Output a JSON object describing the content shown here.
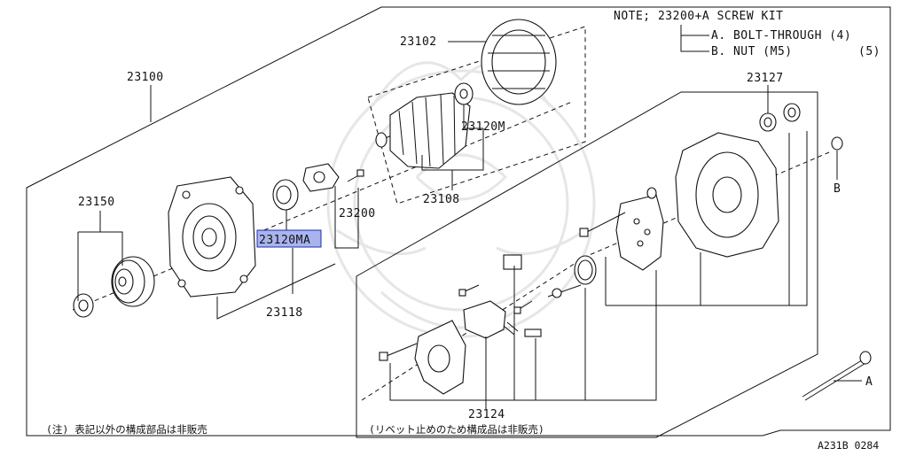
{
  "note": {
    "line1": "NOTE; 23200+A SCREW KIT",
    "lineA": "A. BOLT-THROUGH (4)",
    "lineB_label": "B. NUT (M5)",
    "lineB_qty": "(5)"
  },
  "parts": {
    "p23100": "23100",
    "p23102": "23102",
    "p23108": "23108",
    "p23118": "23118",
    "p23120M": "23120M",
    "p23120MA": "23120MA",
    "p23124": "23124",
    "p23127": "23127",
    "p23150": "23150",
    "p23200": "23200"
  },
  "callouts": {
    "A": "A",
    "B": "B"
  },
  "footnotes": {
    "left": "(注) 表記以外の構成部品は非販売",
    "center": "(リベット止めのため構成品は非販売)"
  },
  "diagram_code": "A231B 0284",
  "highlight_color": "#a9b4ef"
}
